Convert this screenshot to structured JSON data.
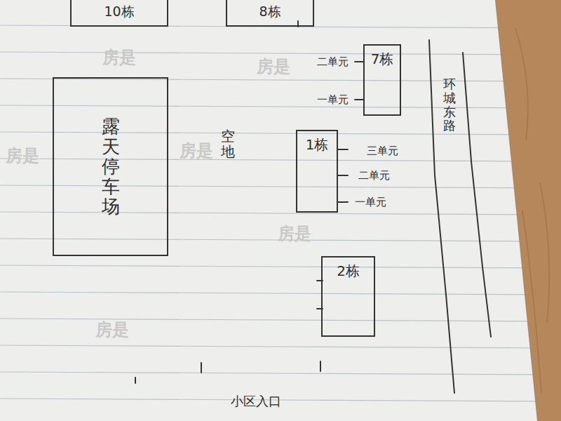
{
  "diagram": {
    "nodes": [
      {
        "text": [
          "10栋"
        ]
      },
      {
        "text": [
          "8栋"
        ]
      },
      {
        "text": [
          "露天停车场"
        ]
      },
      {
        "text": [
          "7栋"
        ]
      },
      {
        "text": [
          "1栋"
        ]
      },
      {
        "text": [
          "2栋"
        ]
      }
    ],
    "labels": [
      "二单元",
      "一单元",
      "三单元",
      "二单元",
      "一单元",
      "空地",
      "环城东路",
      "小区入口",
      "房是",
      "房是",
      "房是",
      "房是",
      "房是",
      "房是"
    ]
  }
}
